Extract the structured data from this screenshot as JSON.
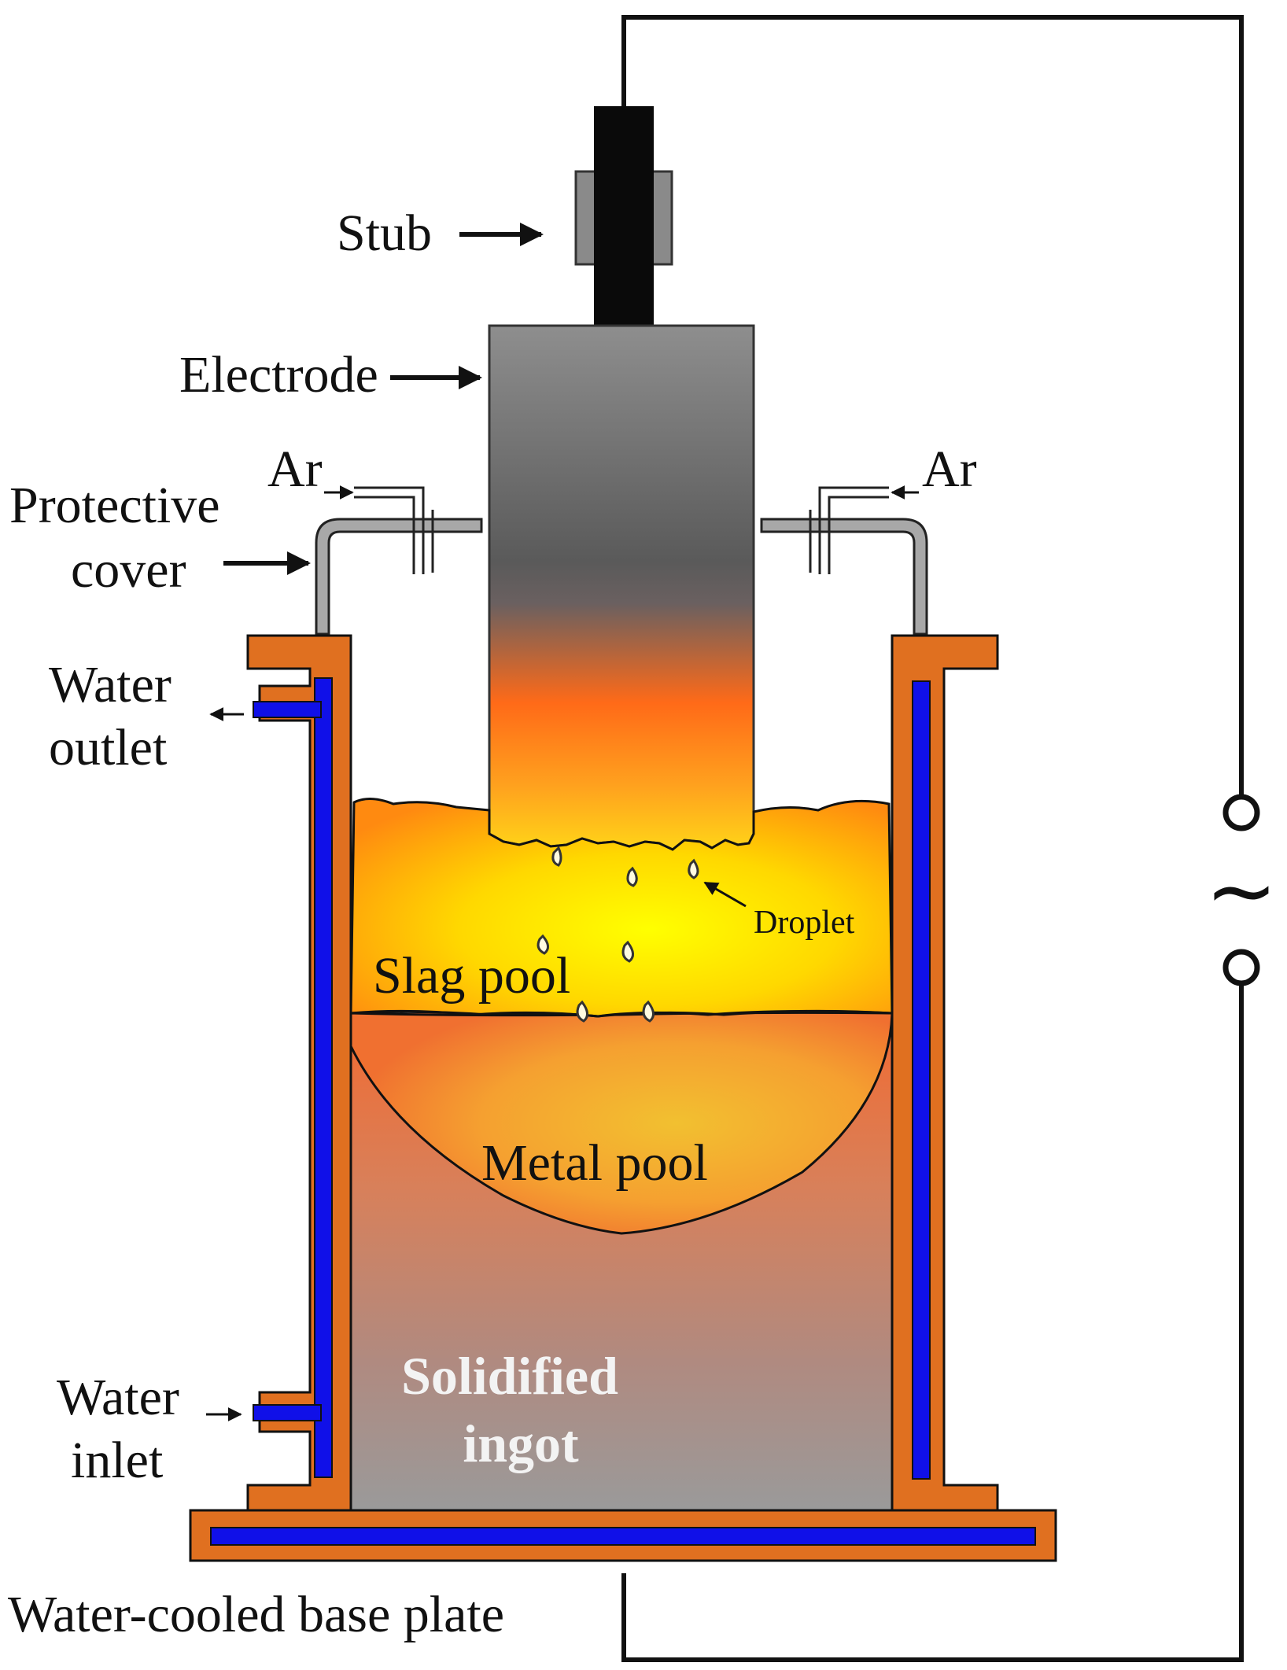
{
  "labels": {
    "stub": "Stub",
    "electrode": "Electrode",
    "ar_left": "Ar",
    "ar_right": "Ar",
    "protective_cover_line1": "Protective",
    "protective_cover_line2": "cover",
    "water_outlet_line1": "Water",
    "water_outlet_line2": "outlet",
    "droplet": "Droplet",
    "slag_pool": "Slag pool",
    "metal_pool": "Metal pool",
    "solidified_ingot_line1": "Solidified",
    "solidified_ingot_line2": "ingot",
    "water_inlet_line1": "Water",
    "water_inlet_line2": "inlet",
    "base_plate": "Water-cooled base plate",
    "ac_symbol": "~"
  },
  "colors": {
    "mold_wall": "#e07020",
    "water_channel": "#1010e8",
    "outline": "#111111",
    "electrode_gray": "#5f5f5f",
    "slag_yellow": "#ffee00",
    "metal_orange": "#f07030",
    "ingot_gray": "#9a9a9a",
    "cover_gray": "#a8a8a8"
  }
}
